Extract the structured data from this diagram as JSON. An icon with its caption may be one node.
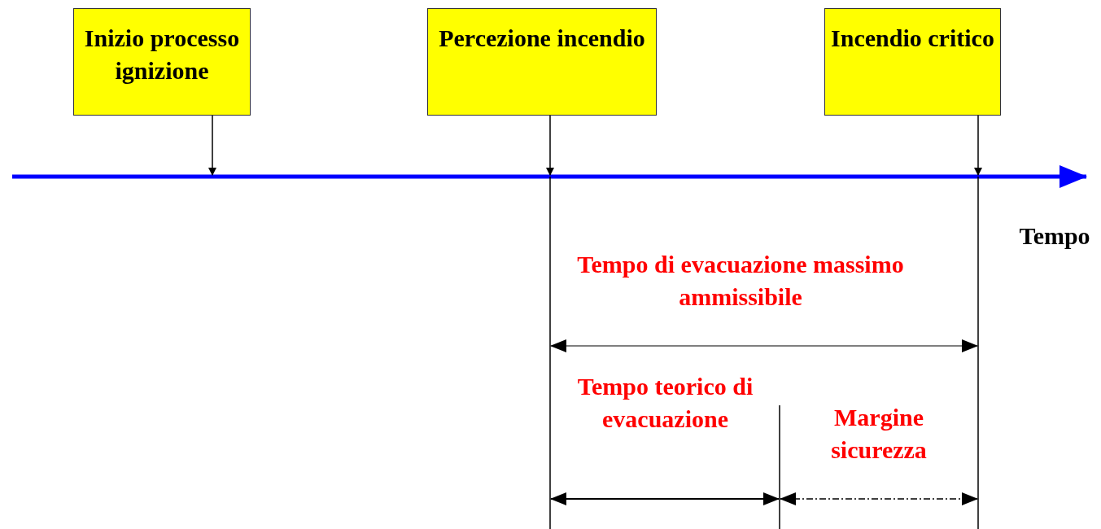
{
  "diagram": {
    "nodes": [
      {
        "text": [
          "Inizio processo ignizione"
        ]
      },
      {
        "text": [
          "Percezione incendio"
        ]
      },
      {
        "text": [
          "Incendio critico"
        ]
      }
    ],
    "edges": [
      {
        "from": 0,
        "to": null,
        "arrow": "to"
      },
      {
        "from": 1,
        "to": null,
        "arrow": "to"
      },
      {
        "from": 2,
        "to": null,
        "arrow": "to"
      }
    ],
    "labels": [
      "Tempo",
      "Tempo di evacuazione massimo ammissibile",
      "Tempo teorico di evacuazione",
      "Margine sicurezza"
    ]
  }
}
